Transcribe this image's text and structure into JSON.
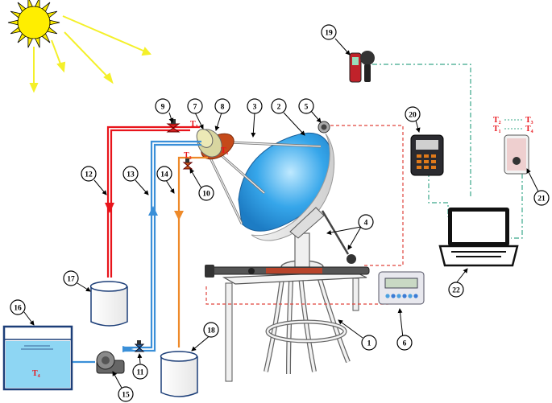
{
  "callouts": [
    "1",
    "2",
    "3",
    "4",
    "5",
    "6",
    "7",
    "8",
    "9",
    "10",
    "11",
    "12",
    "13",
    "14",
    "15",
    "16",
    "17",
    "18",
    "19",
    "20",
    "21",
    "22"
  ],
  "temps": {
    "t1": "T₁",
    "t2": "T₂",
    "t3": "T₃",
    "t4_tank": "T₄",
    "logger_t2": "T₂",
    "logger_t3": "T₃",
    "logger_t1": "T₁",
    "logger_t4": "T₄"
  },
  "colors": {
    "sun": "#ffee00",
    "sun_rays": "#ffff33",
    "hot_pipe": "#e8141b",
    "cold_pipe": "#3a8fd8",
    "outlet_pipe": "#ee8a2a",
    "signal_wire": "#e0443c",
    "data_wire": "#3aa88a",
    "dish": "#2f9fe6",
    "water": "#7fd0f5",
    "temp_label": "#e8141b"
  }
}
